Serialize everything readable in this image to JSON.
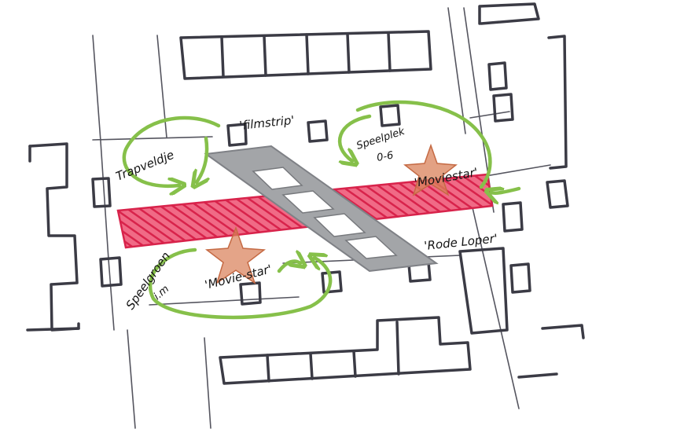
{
  "labels": {
    "filmstrip": "'filmstrip'",
    "trapveldje": "Trapveldje",
    "speelplek_title": "Speelplek",
    "speelplek_age": "0-6",
    "moviestar_top": "'Moviestar'",
    "rode_loper": "'Rode Loper'",
    "speelgroen_title": "Speelgroen",
    "speelgroen_sub": "i.m",
    "moviestar_bottom": "'Movie-star'"
  },
  "colors": {
    "ink": "#3b3b45",
    "red_carpet": "#e63a5c",
    "filmstrip_grey": "#9a9ca0",
    "arrow_green": "#86c04a",
    "star_orange": "#d9815a"
  }
}
